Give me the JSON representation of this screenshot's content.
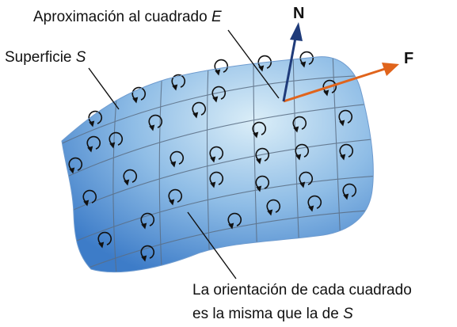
{
  "labels": {
    "square_text": "Aproximación al cuadrado",
    "square_symbol": "E",
    "surface_text": "Superficie",
    "surface_symbol": "S",
    "orientation_line1": "La orientación de cada cuadrado",
    "orientation_line2": "es la misma que la de",
    "orientation_symbol": "S"
  },
  "vectors": {
    "normal": "N",
    "field": "F"
  },
  "colors": {
    "surface_light": "#dbeef8",
    "surface_mid": "#8fbde6",
    "surface_dark": "#3d7cc8",
    "grid": "#5b6e84",
    "normal_vector": "#1f3b7a",
    "field_vector": "#e0641c",
    "circulation": "#111111",
    "leader": "#111111"
  },
  "icons": {
    "circulation": "counterclockwise-circulation-arrow"
  }
}
